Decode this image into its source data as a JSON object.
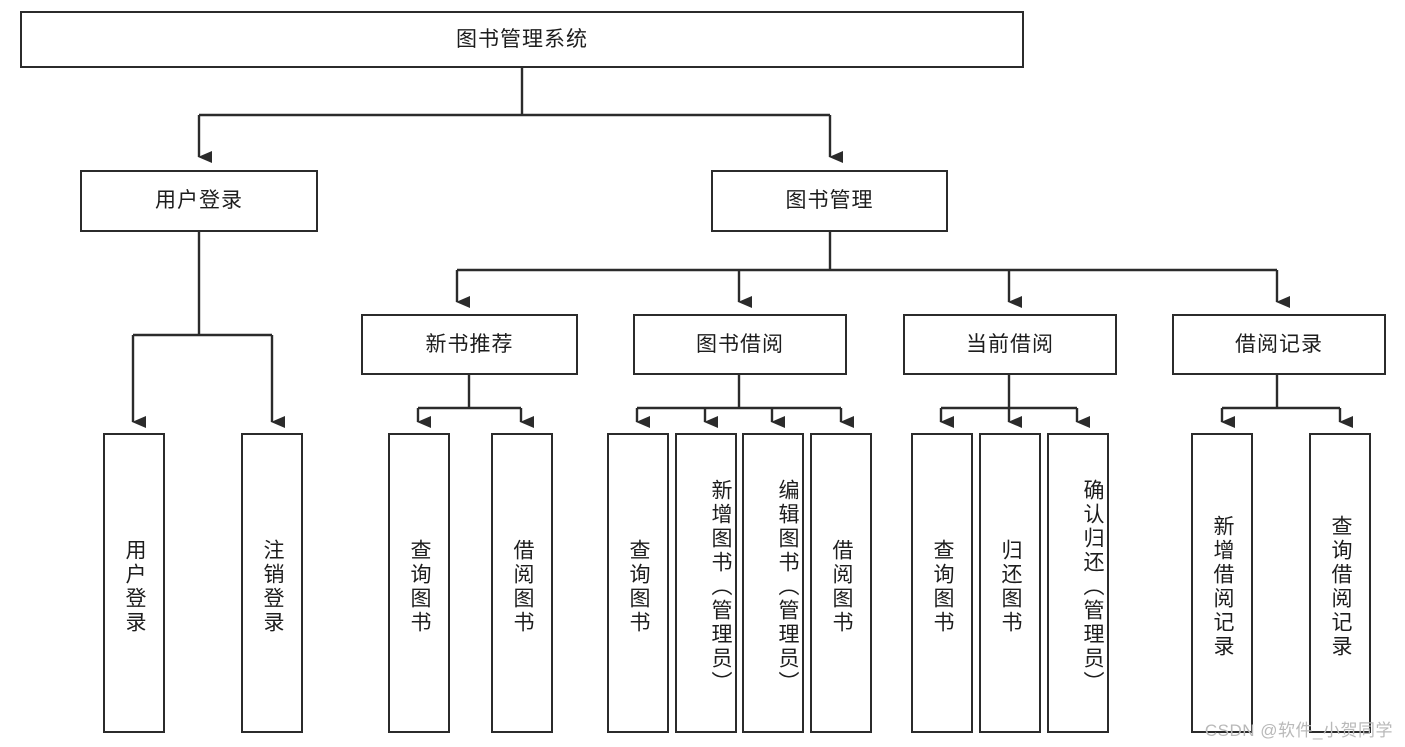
{
  "diagram": {
    "title": "图书管理系统",
    "type": "tree",
    "root": {
      "label": "图书管理系统"
    },
    "level1": [
      {
        "label": "用户登录"
      },
      {
        "label": "图书管理"
      }
    ],
    "level2": [
      {
        "label": "新书推荐"
      },
      {
        "label": "图书借阅"
      },
      {
        "label": "当前借阅"
      },
      {
        "label": "借阅记录"
      }
    ],
    "leaves": {
      "user_login": [
        {
          "label": "用户登录"
        },
        {
          "label": "注销登录"
        }
      ],
      "new_book_recommend": [
        {
          "label": "查询图书"
        },
        {
          "label": "借阅图书"
        }
      ],
      "book_borrow": [
        {
          "label": "查询图书"
        },
        {
          "label": "新增图书（管理员）"
        },
        {
          "label": "编辑图书（管理员）"
        },
        {
          "label": "借阅图书"
        }
      ],
      "current_borrow": [
        {
          "label": "查询图书"
        },
        {
          "label": "归还图书"
        },
        {
          "label": "确认归还（管理员）"
        }
      ],
      "borrow_record": [
        {
          "label": "新增借阅记录"
        },
        {
          "label": "查询借阅记录"
        }
      ]
    }
  },
  "watermark": {
    "text": "CSDN @软件_小贺同学"
  },
  "colors": {
    "stroke": "#2b2b2b",
    "background": "#ffffff",
    "text": "#1d1d1d",
    "watermark": "#b9b9b9"
  }
}
